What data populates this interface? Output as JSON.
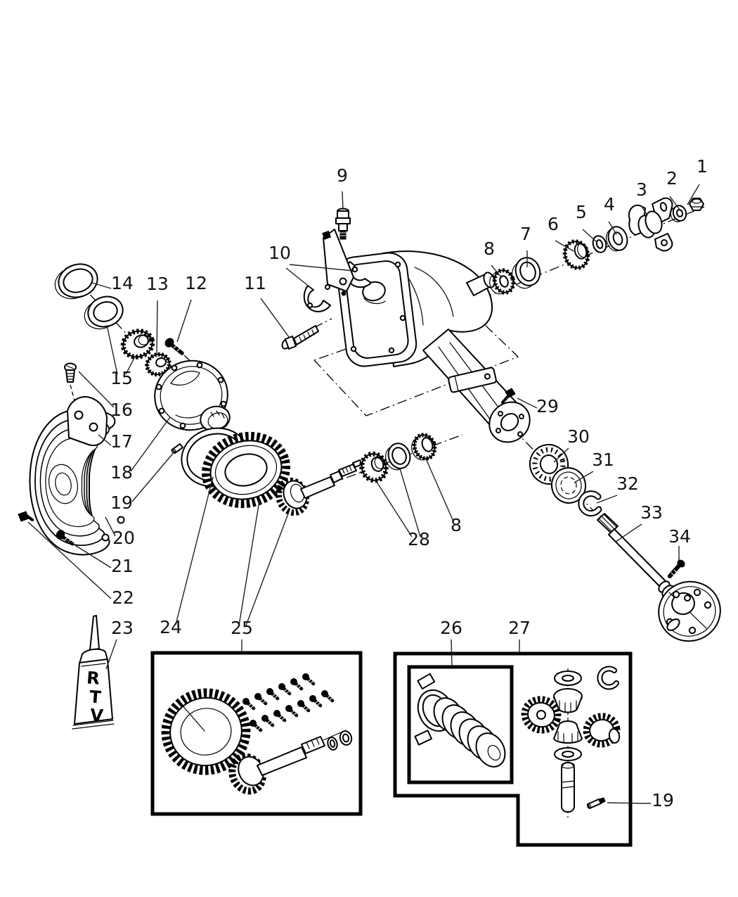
{
  "diagram": {
    "kind": "axle-differential-exploded-view",
    "colors": {
      "background": "#ffffff",
      "line": "#000000",
      "label": "#141414"
    },
    "callouts": [
      {
        "label": "1",
        "part": "pinion-nut"
      },
      {
        "label": "2",
        "part": "washer"
      },
      {
        "label": "3",
        "part": "pinion-yoke"
      },
      {
        "label": "4",
        "part": "slinger"
      },
      {
        "label": "5",
        "part": "washer"
      },
      {
        "label": "6",
        "part": "front-pinion-bearing"
      },
      {
        "label": "7",
        "part": "bearing-cup"
      },
      {
        "label": "8",
        "part": "bearing"
      },
      {
        "label": "9",
        "part": "vent-sensor"
      },
      {
        "label": "10",
        "part": "bearing-caps"
      },
      {
        "label": "11",
        "part": "bearing-cap-bolt"
      },
      {
        "label": "12",
        "part": "carrier-bolt"
      },
      {
        "label": "13",
        "part": "side-bearing"
      },
      {
        "label": "14",
        "part": "bearing-cup"
      },
      {
        "label": "15",
        "part": "side-bearing-set"
      },
      {
        "label": "16",
        "part": "cover-bolt"
      },
      {
        "label": "17",
        "part": "cover-bracket"
      },
      {
        "label": "18",
        "part": "differential-case"
      },
      {
        "label": "19",
        "part": "roll-pin"
      },
      {
        "label": "20",
        "part": "differential-cover"
      },
      {
        "label": "21",
        "part": "cover-screw"
      },
      {
        "label": "22",
        "part": "fill-plug"
      },
      {
        "label": "23",
        "part": "rtv-sealant"
      },
      {
        "label": "24",
        "part": "ring-gear-flange"
      },
      {
        "label": "25",
        "part": "ring-and-pinion-set"
      },
      {
        "label": "26",
        "part": "clutch-pack-kit"
      },
      {
        "label": "27",
        "part": "differential-gear-kit"
      },
      {
        "label": "28",
        "part": "pinion-bearing-and-race"
      },
      {
        "label": "8",
        "part": "collapsible-spacer"
      },
      {
        "label": "29",
        "part": "housing-stud"
      },
      {
        "label": "30",
        "part": "axle-bearing"
      },
      {
        "label": "31",
        "part": "axle-seal"
      },
      {
        "label": "32",
        "part": "axle-clip"
      },
      {
        "label": "33",
        "part": "axle-shaft"
      },
      {
        "label": "34",
        "part": "wheel-stud"
      },
      {
        "label": "19",
        "part": "roll-pin"
      }
    ],
    "rtv_tube": {
      "letters": [
        "R",
        "T",
        "V"
      ]
    }
  }
}
